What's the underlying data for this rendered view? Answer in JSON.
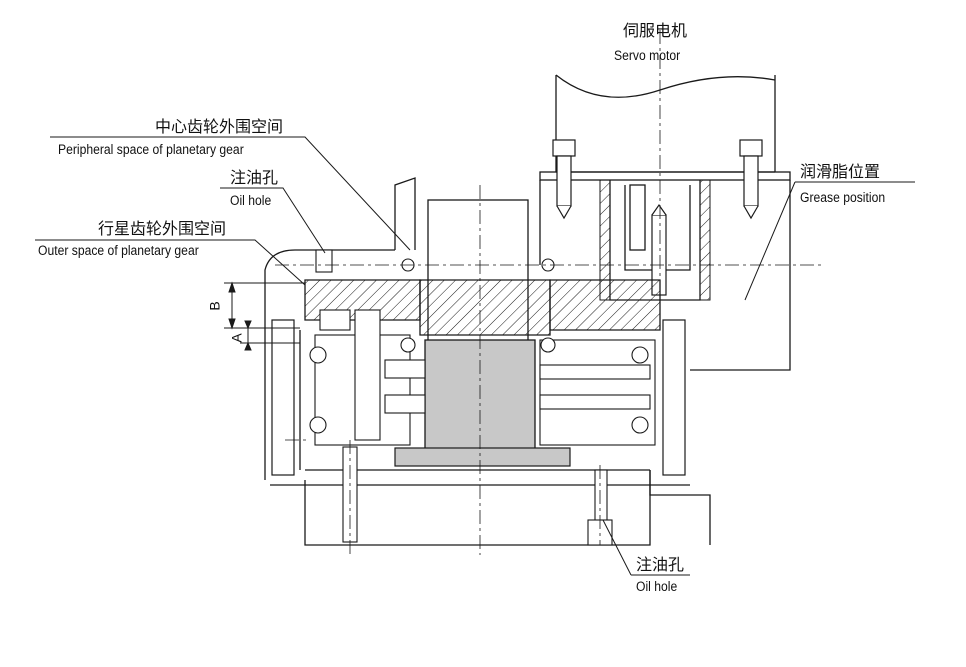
{
  "labels": {
    "servo_motor_zh": "伺服电机",
    "servo_motor_en": "Servo motor",
    "peripheral_zh": "中心齿轮外围空间",
    "peripheral_en": "Peripheral space of planetary gear",
    "oil_hole_top_zh": "注油孔",
    "oil_hole_top_en": "Oil hole",
    "outer_space_zh": "行星齿轮外围空间",
    "outer_space_en": "Outer space of planetary gear",
    "grease_zh": "润滑脂位置",
    "grease_en": "Grease position",
    "oil_hole_bottom_zh": "注油孔",
    "oil_hole_bottom_en": "Oil hole",
    "dim_b": "B",
    "dim_a": "A"
  },
  "colors": {
    "line": "#1a1a1a",
    "fill_gray": "#c8c8c8",
    "fill_light": "#e6e6e6"
  }
}
